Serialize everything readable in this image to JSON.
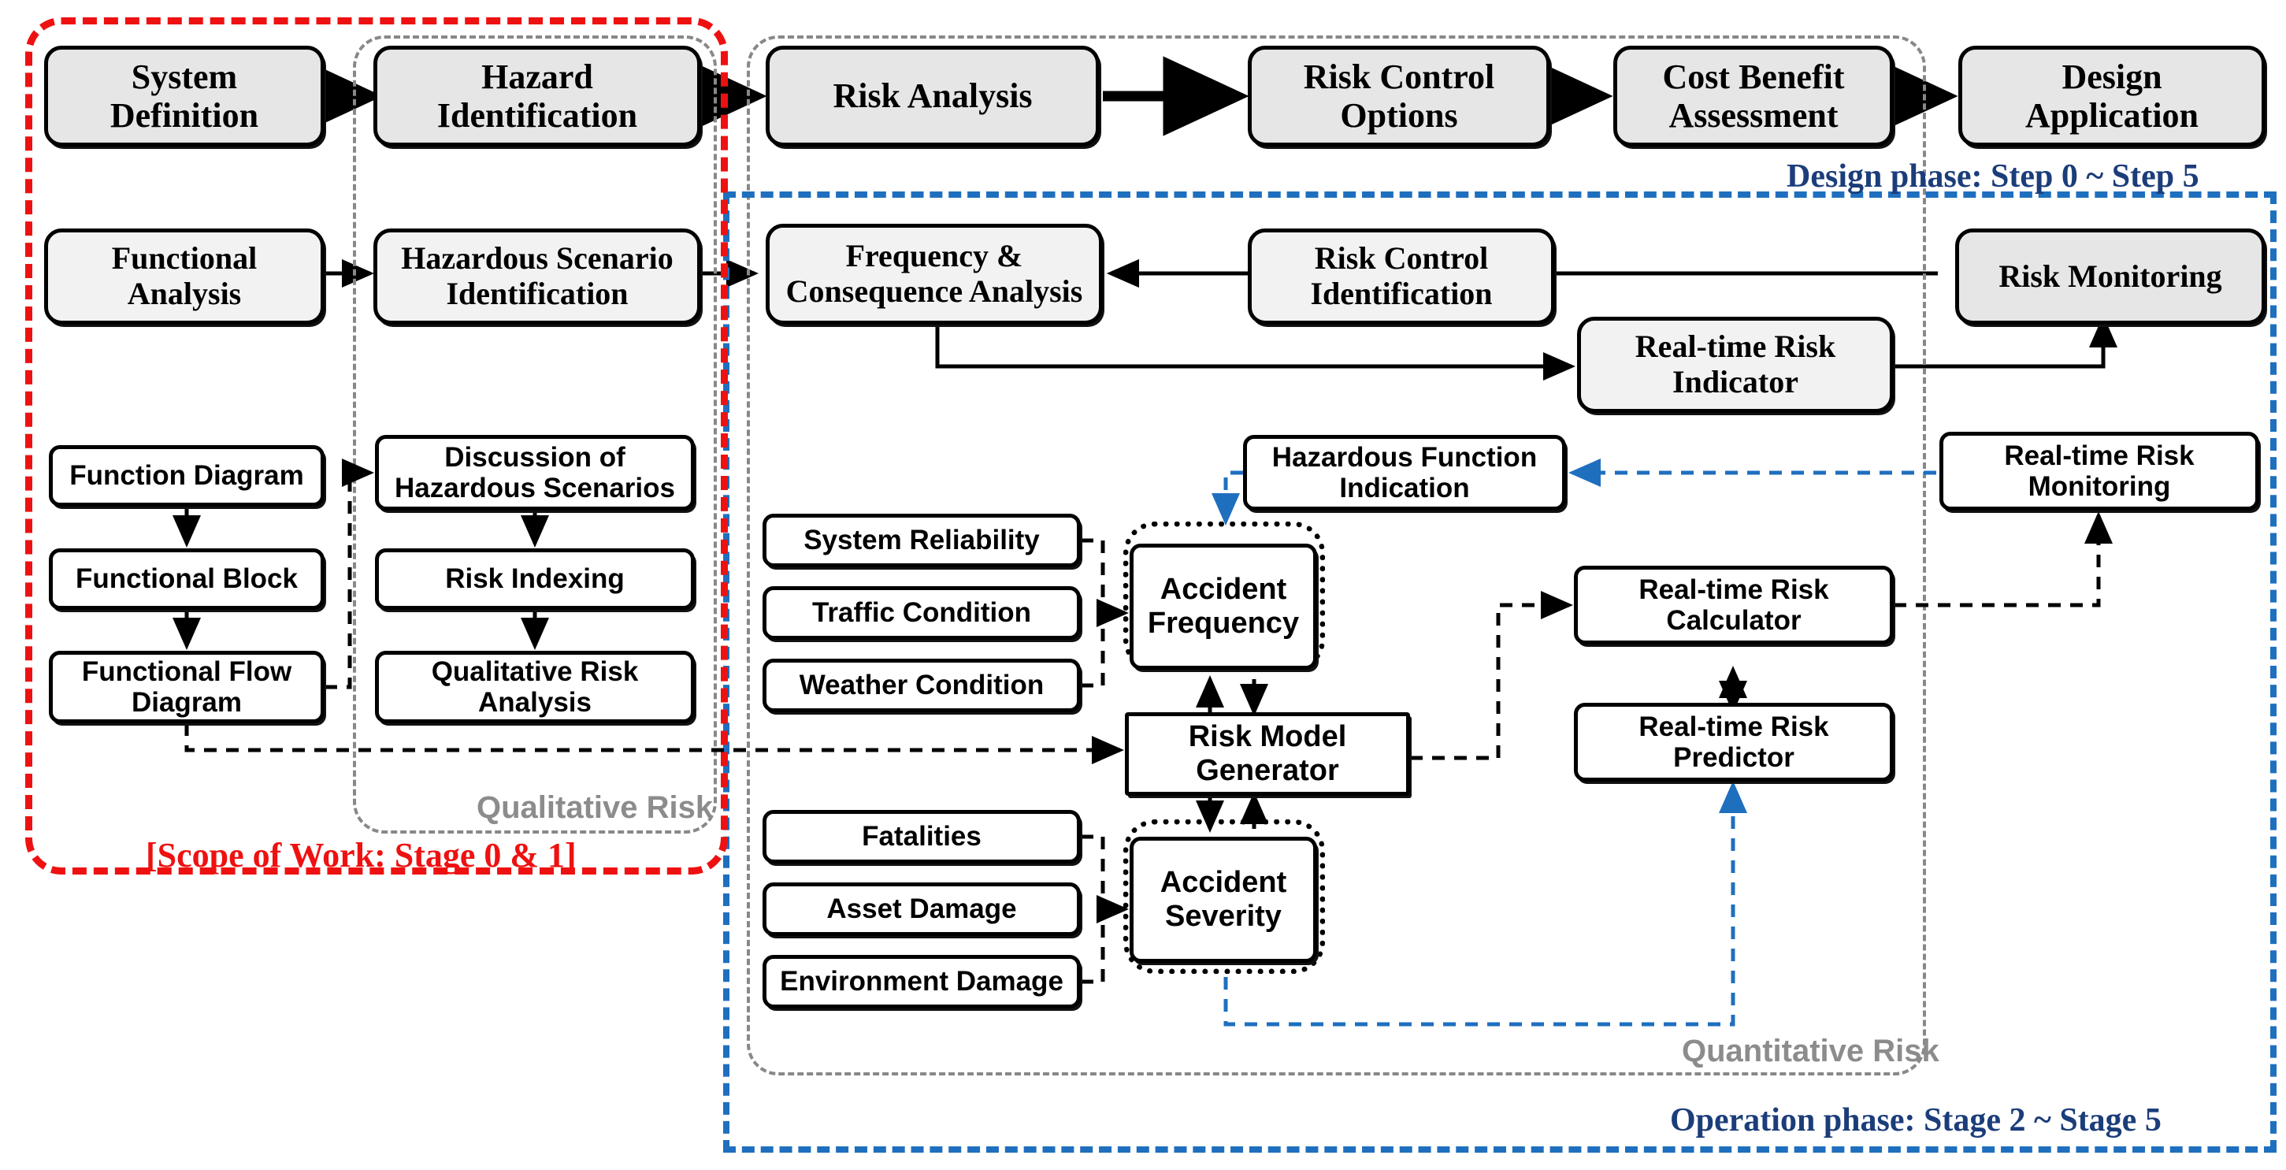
{
  "diagram": {
    "title": "Risk-based design and operation framework",
    "colors": {
      "design_phase_border": "#1f6fbf",
      "scope_border": "#ee1111",
      "group_border": "#888888",
      "node_fill_gray": "#e6e6e6",
      "node_fill_white": "#ffffff",
      "phase_label": "#1b3d7a",
      "scope_label": "#ee1111",
      "group_label": "#8c8c8c"
    }
  },
  "row_design": [
    {
      "id": "system-definition",
      "label": "System\nDefinition"
    },
    {
      "id": "hazard-identification",
      "label": "Hazard\nIdentification"
    },
    {
      "id": "risk-analysis",
      "label": "Risk Analysis"
    },
    {
      "id": "risk-control-options",
      "label": "Risk Control\nOptions"
    },
    {
      "id": "cost-benefit-assessment",
      "label": "Cost Benefit\nAssessment"
    },
    {
      "id": "design-application",
      "label": "Design\nApplication"
    }
  ],
  "row_method": [
    {
      "id": "functional-analysis",
      "label": "Functional\nAnalysis"
    },
    {
      "id": "hazardous-scenario-identification",
      "label": "Hazardous Scenario\nIdentification"
    },
    {
      "id": "frequency-consequence-analysis",
      "label": "Frequency &\nConsequence Analysis"
    },
    {
      "id": "risk-control-identification",
      "label": "Risk Control\nIdentification"
    },
    {
      "id": "real-time-risk-indicator",
      "label": "Real-time Risk\nIndicator"
    },
    {
      "id": "risk-monitoring",
      "label": "Risk Monitoring"
    }
  ],
  "qualitative_left_column": [
    {
      "id": "function-diagram",
      "label": "Function  Diagram"
    },
    {
      "id": "functional-block",
      "label": "Functional  Block"
    },
    {
      "id": "functional-flow-diagram",
      "label": "Functional  Flow\nDiagram"
    }
  ],
  "qualitative_right_column": [
    {
      "id": "discussion-of-hazardous-scenarios",
      "label": "Discussion of\nHazardous Scenarios"
    },
    {
      "id": "risk-indexing",
      "label": "Risk Indexing"
    },
    {
      "id": "qualitative-risk-analysis",
      "label": "Qualitative Risk\nAnalysis"
    }
  ],
  "frequency_inputs": [
    {
      "id": "system-reliability",
      "label": "System Reliability"
    },
    {
      "id": "traffic-condition",
      "label": "Traffic Condition"
    },
    {
      "id": "weather-condition",
      "label": "Weather Condition"
    }
  ],
  "severity_inputs": [
    {
      "id": "fatalities",
      "label": "Fatalities"
    },
    {
      "id": "asset-damage",
      "label": "Asset Damage"
    },
    {
      "id": "environment-damage",
      "label": "Environment Damage"
    }
  ],
  "quantitative_core": [
    {
      "id": "accident-frequency",
      "label": "Accident\nFrequency"
    },
    {
      "id": "accident-severity",
      "label": "Accident\nSeverity"
    },
    {
      "id": "risk-model-generator",
      "label": "Risk Model\nGenerator"
    }
  ],
  "quantitative_right": [
    {
      "id": "hazardous-function-indication",
      "label": "Hazardous Function\nIndication"
    },
    {
      "id": "real-time-risk-calculator",
      "label": "Real-time Risk\nCalculator"
    },
    {
      "id": "real-time-risk-predictor",
      "label": "Real-time Risk\nPredictor"
    },
    {
      "id": "real-time-risk-monitoring",
      "label": "Real-time Risk\nMonitoring"
    }
  ],
  "labels": {
    "qualitative_risk": "Qualitative Risk",
    "quantitative_risk": "Quantitative Risk",
    "design_phase": "Design phase: Step 0 ~ Step 5",
    "operation_phase": "Operation phase: Stage 2 ~ Stage 5",
    "scope_of_work": "[Scope of Work: Stage 0 & 1]"
  }
}
